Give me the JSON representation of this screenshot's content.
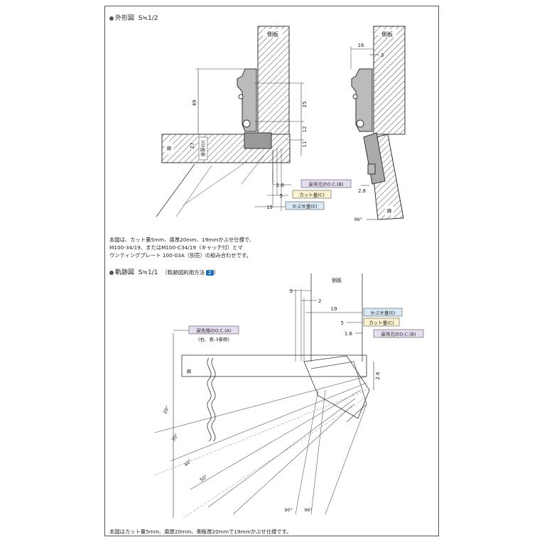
{
  "section1": {
    "bullet": "●",
    "title": "外形図",
    "scale": "S≒1/2"
  },
  "section2": {
    "bullet": "●",
    "title": "軌跡図",
    "scale": "S≒1/1",
    "ref_prefix": "（軌跡図利用方法",
    "ref_badge": "2",
    "ref_suffix": "）"
  },
  "note1": {
    "lines": [
      "本図は、カット量5mm、扉厚20mm、19mmかぶせ仕様で、",
      "M100-34/19、またはM100-C34/19（キャッチ付）とマ",
      "ウンティングプレート 100-03A（別売）の組み合わせです。"
    ]
  },
  "note2": {
    "text": "本図はカット量5mm、扉厚20mm、側板厚20mmで19mmかぶせ仕様です。"
  },
  "diagram1": {
    "side_panel_label": "側板",
    "door_label": "扉",
    "door_thickness_label": "扉厚(D)",
    "dim_49": "49",
    "dim_25": "25",
    "dim_12": "12",
    "dim_11": "11",
    "dim_27": "27",
    "dim_1_8": "1.8",
    "dim_5": "5",
    "dim_19": "19",
    "label_oc_b": "扉吊元のO.C.(B)",
    "label_cut_c": "カット量(C)",
    "label_overlay_e": "かぶせ量(E)"
  },
  "diagram2": {
    "side_panel_label": "側板",
    "door_label": "扉",
    "dim_16": "16",
    "dim_3": "3",
    "dim_2_8": "2.8",
    "angle_96": "96°"
  },
  "diagram3": {
    "side_panel_label": "側板",
    "door_label": "扉",
    "dim_3": "3",
    "dim_2": "2",
    "dim_19": "19",
    "dim_5": "5",
    "dim_1_8": "1.8",
    "dim_2_6": "2.6",
    "label_overlay_e": "かぶせ量(E)",
    "label_cut_c": "カット量(C)",
    "label_oc_b": "扉吊元のO.C.(B)",
    "label_oc_a": "扉先端のO.C.(A)",
    "label_oc_a_note": "(右、表-3参照)",
    "angle_20": "20°",
    "angle_30": "30°",
    "angle_40": "40°",
    "angle_50": "50°",
    "angle_90": "90°",
    "angle_96": "96°"
  },
  "colors": {
    "blue_box": "#d8e8f4",
    "yellow_box": "#fbf2cf",
    "purple_box": "#e4dcef",
    "badge": "#1f6fb5",
    "line": "#333333"
  }
}
